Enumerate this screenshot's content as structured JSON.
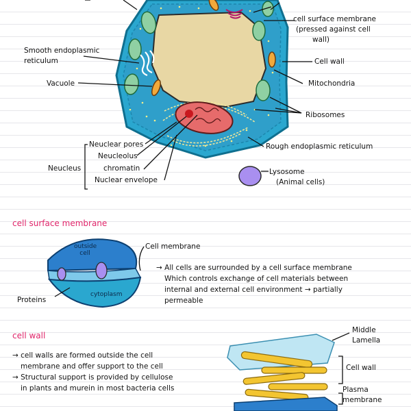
{
  "cell_labels": {
    "cell_surface_membrane": "cell surface membrane",
    "pressed_note_1": "(pressed against cell",
    "pressed_note_2": "wall)",
    "smooth_er_1": "Smooth endoplasmic",
    "smooth_er_2": "reticulum",
    "cell_wall": "Cell wall",
    "vacuole": "Vacuole",
    "mitochondria": "Mitochondria",
    "ribosomes": "Ribosomes",
    "rough_er": "Rough endoplasmic reticulum",
    "nuclear_pores": "Neuclear pores",
    "nucleolus": "Neucleolus",
    "chromatin": "chromatin",
    "nuclear_envelope": "Nuclear envelope",
    "nucleus": "Neucleus",
    "lysosome": "Lysosome",
    "lysosome_note": "(Animal cells)"
  },
  "membrane_section": {
    "heading": "cell surface membrane",
    "outside_cell": "outside cell",
    "cell_membrane": "Cell membrane",
    "proteins": "Proteins",
    "cytoplasm": "cytoplasm",
    "lines": [
      "→ All cells are surrounded by a cell surface membrane",
      "Which controls exchange of cell materials between",
      "internal and external cell environment → partially",
      "permeable"
    ]
  },
  "wall_section": {
    "heading": "cell wall",
    "lines": [
      "→ cell walls are formed outside the cell",
      "membrane and offer support to the cell",
      "→ Structural support is provided by cellulose",
      "in plants and murein in most bacteria cells"
    ],
    "middle_lamella_1": "Middle",
    "middle_lamella_2": "Lamella",
    "cell_wall": "Cell wall",
    "plasma_membrane_1": "Plasma",
    "plasma_membrane_2": "membrane"
  },
  "colors": {
    "cytoplasm": "#2aa7cf",
    "vacuole": "#e8d7a4",
    "chloroplast": "#8fd0a3",
    "mitochondria": "#f2a93b",
    "nucleus": "#e66b6b",
    "lysosome": "#a98ff0",
    "heading": "#e0256a",
    "cellulose": "#f3c531"
  }
}
